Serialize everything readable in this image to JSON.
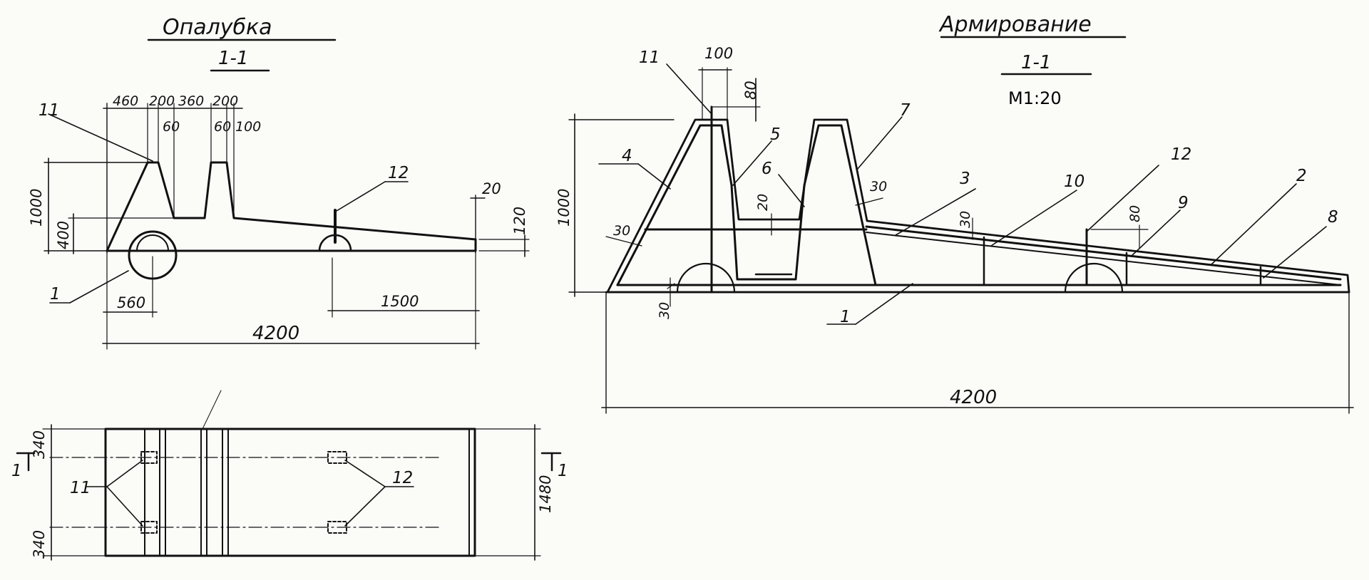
{
  "colors": {
    "ink": "#111111",
    "paper": "#fbfbf8"
  },
  "formwork": {
    "title": "Опалубка",
    "section": "1-1",
    "dims": {
      "d460": "460",
      "d200a": "200",
      "d360": "360",
      "d200b": "200",
      "d60a": "60",
      "d60b": "60",
      "d100": "100",
      "d1000": "1000",
      "d400": "400",
      "d20": "20",
      "d120": "120",
      "d560": "560",
      "d1500": "1500",
      "d4200": "4200"
    },
    "labels": {
      "p11": "11",
      "p12": "12",
      "p1": "1"
    }
  },
  "plan": {
    "dims": {
      "d340a": "340",
      "d340b": "340",
      "d1480": "1480"
    },
    "labels": {
      "p11": "11",
      "p12": "12",
      "cutLeft": "1",
      "cutRight": "1"
    }
  },
  "reinforcement": {
    "title": "Армирование",
    "section": "1-1",
    "scale": "М1:20",
    "dims": {
      "d100": "100",
      "d80a": "80",
      "d1000": "1000",
      "d30a": "30",
      "d20": "20",
      "d30b": "30",
      "d30c": "30",
      "d30d": "30",
      "d80b": "80",
      "d4200": "4200"
    },
    "labels": {
      "p11": "11",
      "p4": "4",
      "p5": "5",
      "p6": "6",
      "p7": "7",
      "p3": "3",
      "p10": "10",
      "p12": "12",
      "p9": "9",
      "p2": "2",
      "p8": "8",
      "p1": "1"
    }
  }
}
